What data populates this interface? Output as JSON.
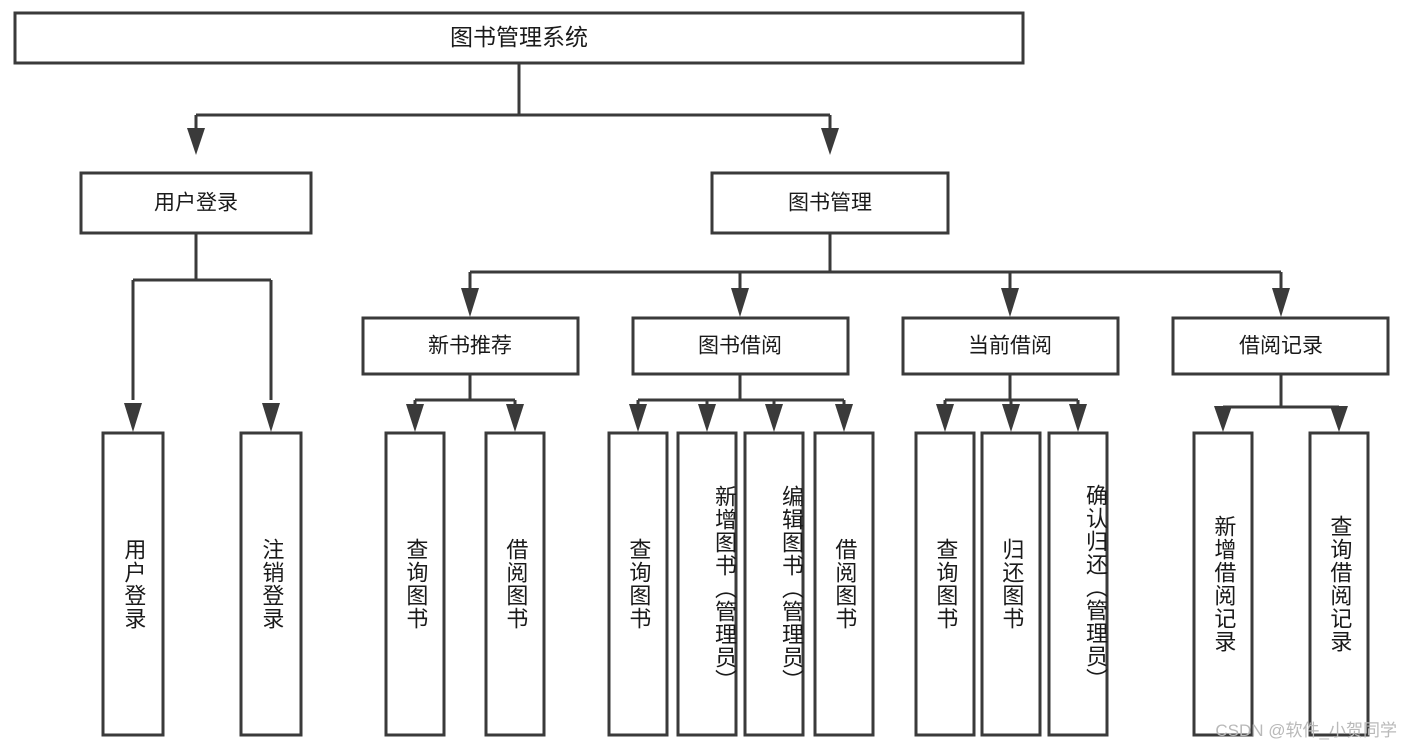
{
  "diagram": {
    "type": "tree",
    "title": "图书管理系统",
    "root": {
      "label": "图书管理系统",
      "children": [
        {
          "label": "用户登录",
          "children": [
            {
              "label": "用户登录"
            },
            {
              "label": "注销登录"
            }
          ]
        },
        {
          "label": "图书管理",
          "children": [
            {
              "label": "新书推荐",
              "children": [
                {
                  "label": "查询图书"
                },
                {
                  "label": "借阅图书"
                }
              ]
            },
            {
              "label": "图书借阅",
              "children": [
                {
                  "label": "查询图书"
                },
                {
                  "label": "新增图书（管理员）"
                },
                {
                  "label": "编辑图书（管理员）"
                },
                {
                  "label": "借阅图书"
                }
              ]
            },
            {
              "label": "当前借阅",
              "children": [
                {
                  "label": "查询图书"
                },
                {
                  "label": "归还图书"
                },
                {
                  "label": "确认归还（管理员）"
                }
              ]
            },
            {
              "label": "借阅记录",
              "children": [
                {
                  "label": "新增借阅记录"
                },
                {
                  "label": "查询借阅记录"
                }
              ]
            }
          ]
        }
      ]
    }
  },
  "nodes": {
    "root": {
      "label": "图书管理系统"
    },
    "level2": [
      {
        "label": "用户登录"
      },
      {
        "label": "图书管理"
      }
    ],
    "level3": [
      {
        "label": "新书推荐"
      },
      {
        "label": "图书借阅"
      },
      {
        "label": "当前借阅"
      },
      {
        "label": "借阅记录"
      }
    ],
    "leaves": [
      {
        "label": "用户登录"
      },
      {
        "label": "注销登录"
      },
      {
        "label": "查询图书"
      },
      {
        "label": "借阅图书"
      },
      {
        "label": "查询图书"
      },
      {
        "label": "新增图书（管理员）"
      },
      {
        "label": "编辑图书（管理员）"
      },
      {
        "label": "借阅图书"
      },
      {
        "label": "查询图书"
      },
      {
        "label": "归还图书"
      },
      {
        "label": "确认归还（管理员）"
      },
      {
        "label": "新增借阅记录"
      },
      {
        "label": "查询借阅记录"
      }
    ]
  },
  "colors": {
    "stroke": "#3a3a3a",
    "fill": "#ffffff",
    "text": "#1a1a1a",
    "watermark": "#b9b9b9"
  },
  "watermark": {
    "text": "CSDN @软件_小贺同学"
  }
}
